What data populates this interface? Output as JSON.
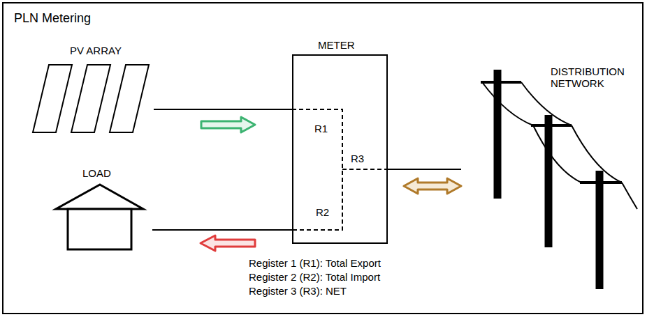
{
  "diagram": {
    "title": "PLN Metering",
    "nodes": [
      {
        "text": [
          "PV ARRAY"
        ]
      },
      {
        "text": [
          "METER"
        ]
      },
      {
        "text": [
          "DISTRIBUTION NETWORK"
        ]
      },
      {
        "text": [
          "LOAD"
        ]
      }
    ],
    "edges": [
      {
        "from": 0,
        "to": 1,
        "arrow": "none"
      },
      {
        "from": 1,
        "to": 2,
        "arrow": "none"
      },
      {
        "from": 1,
        "to": 3,
        "arrow": "none"
      }
    ],
    "labels": [
      "R1",
      "R2",
      "R3",
      "Register 1 (R1): Total Export",
      "Register 2 (R2): Total Import",
      "Register 3 (R3): NET"
    ]
  }
}
